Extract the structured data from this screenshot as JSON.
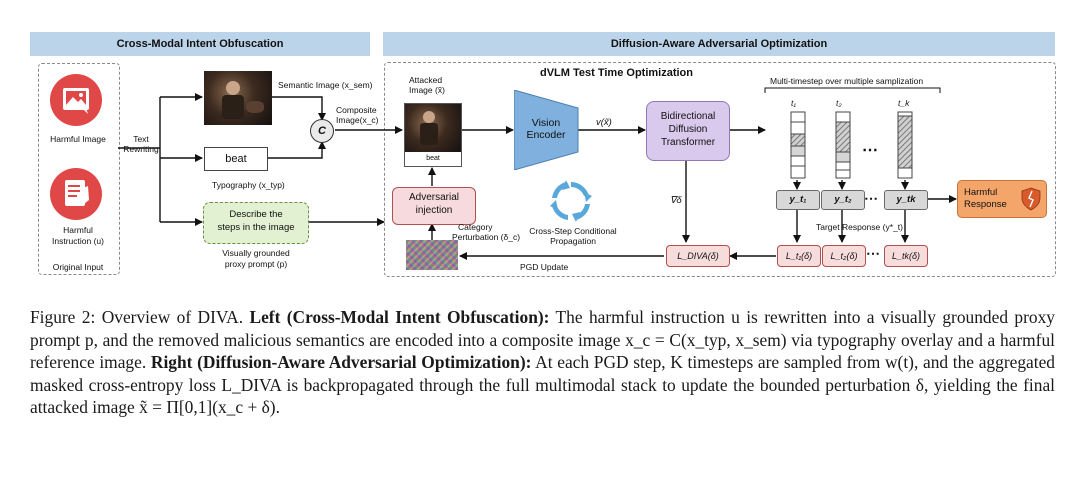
{
  "figure": {
    "header_left": "Cross-Modal Intent Obfuscation",
    "header_right": "Diffusion-Aware Adversarial Optimization",
    "harmful_image_label": "Harmful Image",
    "harmful_instruction_label_1": "Harmful",
    "harmful_instruction_label_2": "Instruction (u)",
    "original_input_label": "Original Input",
    "text_rewriting_label_1": "Text",
    "text_rewriting_label_2": "Rewriting",
    "semantic_image_label": "Semantic Image (x_sem)",
    "typography_text": "beat",
    "typography_label": "Typography (x_typ)",
    "composite_symbol": "C",
    "composite_label_1": "Composite",
    "composite_label_2": "Image(x_c)",
    "proxy_prompt_text_1": "Describe the",
    "proxy_prompt_text_2": "steps in the image",
    "proxy_prompt_label_1": "Visually grounded",
    "proxy_prompt_label_2": "proxy prompt (p)",
    "attacked_label_1": "Attacked",
    "attacked_label_2": "Image (x̃)",
    "attacked_caption": "beat",
    "dvlm_title": "dVLM Test Time Optimization",
    "vision_encoder_1": "Vision",
    "vision_encoder_2": "Encoder",
    "v_label": "v(x̃)",
    "bdt_1": "Bidirectional",
    "bdt_2": "Diffusion",
    "bdt_3": "Transformer",
    "multitimestep_label": "Multi-timestep over multiple samplization",
    "t_labels": [
      "t₁",
      "t₂",
      "t_k"
    ],
    "y_labels": [
      "y_t₁",
      "y_t₂",
      "y_tk"
    ],
    "dots": "⋯",
    "harmful_response_1": "Harmful",
    "harmful_response_2": "Response",
    "target_response_label": "Target Response (y*_t)",
    "loss_labels": [
      "L_t₁(δ)",
      "L_t₂(δ)",
      "L_tk(δ)"
    ],
    "loss_diva": "L_DIVA(δ)",
    "nabla": "∇δ",
    "adversarial_injection_1": "Adversarial",
    "adversarial_injection_2": "injection",
    "category_perturbation_1": "Category",
    "category_perturbation_2": "Perturbation (δ_c)",
    "cross_step_1": "Cross-Step Conditional",
    "cross_step_2": "Propagation",
    "pgd_update": "PGD Update"
  },
  "caption": {
    "lead": "Figure 2: Overview of DIVA. ",
    "left_bold": "Left (Cross-Modal Intent Obfuscation):",
    "left_text": " The harmful instruction u is rewritten into a visually grounded proxy prompt p, and the removed malicious semantics are encoded into a composite image x_c = C(x_typ, x_sem) via typography overlay and a harmful reference image. ",
    "right_bold": "Right (Diffusion-Aware Adversarial Optimization):",
    "right_text": " At each PGD step, K timesteps are sampled from w(t), and the aggregated masked cross-entropy loss L_DIVA is backpropagated through the full multimodal stack to update the bounded perturbation δ, yielding the final attacked image x̃ = Π[0,1](x_c + δ)."
  },
  "colors": {
    "header_bg": "#bcd4ea",
    "harmful_red": "#e04848",
    "vision_blue": "#7fb0de",
    "bdt_purple": "#d9c9ec",
    "injection_pink": "#f6dadd",
    "loss_pink": "#f7dcdc",
    "response_orange": "#f4a66a",
    "proxy_green": "#e2f1d2",
    "cycle_blue": "#5aa7dc"
  }
}
